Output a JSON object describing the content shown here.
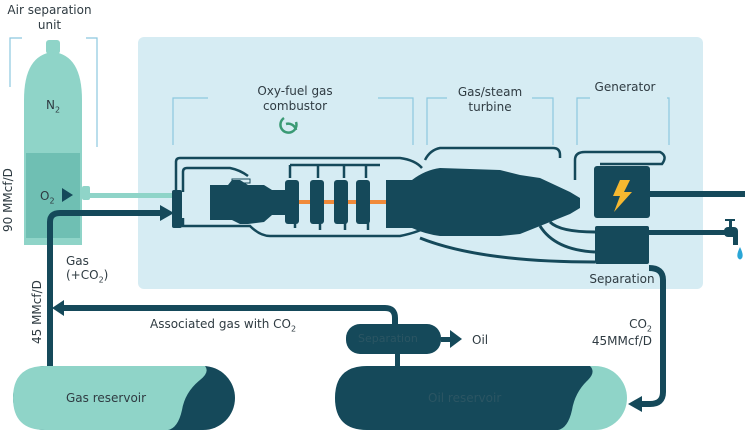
{
  "colors": {
    "panel": "#d6ecf3",
    "dark": "#15495a",
    "teal": "#8fd4c8",
    "teal_dark": "#6fbfb3",
    "bracket": "#8cc8df",
    "orange": "#f08a3a",
    "bolt": "#f5b830",
    "water": "#2aa6d6"
  },
  "labels": {
    "air_separation_line1": "Air separation",
    "air_separation_line2": "unit",
    "n2": "N",
    "n2_sub": "2",
    "o2": "O",
    "o2_sub": "2",
    "flow_90": "90 MMcf/D",
    "flow_45": "45 MMcf/D",
    "combustor_line1": "Oxy-fuel gas",
    "combustor_line2": "combustor",
    "turbine_line1": "Gas/steam",
    "turbine_line2": "turbine",
    "generator": "Generator",
    "separation_upper": "Separation",
    "gas_line1": "Gas",
    "gas_line2_prefix": "(+CO",
    "gas_line2_sub": "2",
    "gas_line2_suffix": ")",
    "associated_gas_prefix": "Associated gas with CO",
    "associated_gas_sub": "2",
    "separation_lower": "Separation",
    "oil": "Oil",
    "co2_prefix": "CO",
    "co2_sub": "2",
    "co2_flow": "45MMcf/D",
    "gas_reservoir": "Gas reservoir",
    "oil_reservoir": "Oil reservoir"
  },
  "icons": {
    "combustor_logo": "recycle-swirl-icon",
    "generator_bolt": "lightning-bolt-icon",
    "water_tap": "faucet-icon"
  }
}
